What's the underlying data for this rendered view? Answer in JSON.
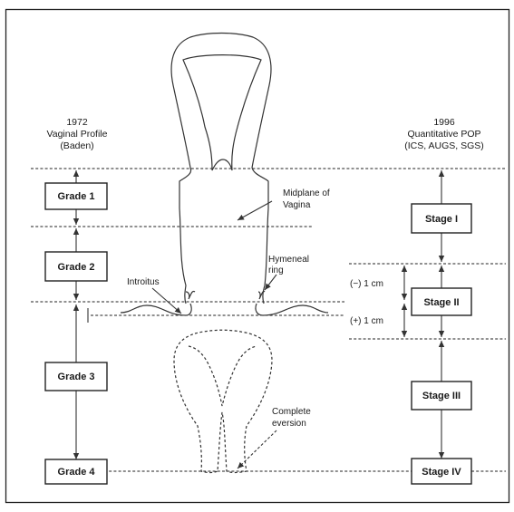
{
  "left_header": {
    "year": "1972",
    "line2": "Vaginal Profile",
    "line3": "(Baden)"
  },
  "right_header": {
    "year": "1996",
    "line2": "Quantitative POP",
    "line3": "(ICS, AUGS, SGS)"
  },
  "grades": [
    "Grade 1",
    "Grade 2",
    "Grade 3",
    "Grade 4"
  ],
  "stages": [
    "Stage I",
    "Stage II",
    "Stage III",
    "Stage IV"
  ],
  "annotations": {
    "midplane_line1": "Midplane of",
    "midplane_line2": "Vagina",
    "hymeneal_line1": "Hymeneal",
    "hymeneal_line2": "ring",
    "introitus": "Introitus",
    "minus_cm": "(−) 1 cm",
    "plus_cm": "(+) 1 cm",
    "eversion_line1": "Complete",
    "eversion_line2": "eversion"
  }
}
